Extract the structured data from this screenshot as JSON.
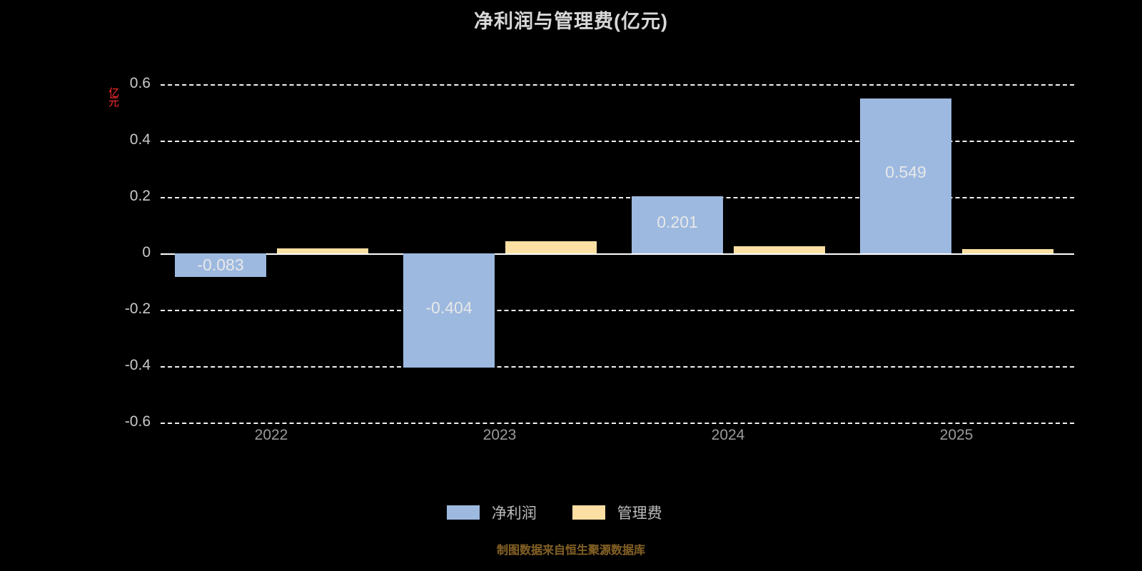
{
  "title": "净利润与管理费(亿元)",
  "axis_name": "亿元",
  "footer": "制图数据来自恒生聚源数据库",
  "footer_shadow": "制图数据来自恒生聚源数据库",
  "colors": {
    "profit": "#9db9e0",
    "expense": "#fbdfa3",
    "background": "#000000",
    "grid": "#ffffff",
    "title": "#d8d8d8",
    "tick": "#c9c9c9",
    "axis_name": "#ff2b2b",
    "footer": "#b8833a"
  },
  "legend": [
    {
      "label": "净利润",
      "color": "#9db9e0"
    },
    {
      "label": "管理费",
      "color": "#fbdfa3"
    }
  ],
  "yticks": [
    "0.6",
    "0.4",
    "0.2",
    "0",
    "-0.2",
    "-0.4",
    "-0.6"
  ],
  "chart_data": {
    "type": "bar",
    "title": "净利润与管理费(亿元)",
    "xlabel": "",
    "ylabel": "亿元",
    "ylim": [
      -0.6,
      0.6
    ],
    "yticks": [
      0.6,
      0.4,
      0.2,
      0,
      -0.2,
      -0.4,
      -0.6
    ],
    "grid": true,
    "legend_position": "bottom",
    "categories": [
      "2022",
      "2023",
      "2024",
      "2025"
    ],
    "series": [
      {
        "name": "净利润",
        "color": "#9db9e0",
        "values": [
          -0.083,
          -0.404,
          0.201,
          0.549
        ],
        "labels": [
          "-0.083",
          "-0.404",
          "0.201",
          "0.549"
        ]
      },
      {
        "name": "管理费",
        "color": "#fbdfa3",
        "values": [
          0.018,
          0.042,
          0.026,
          0.016
        ],
        "labels": [
          "",
          "",
          "",
          ""
        ]
      }
    ]
  }
}
